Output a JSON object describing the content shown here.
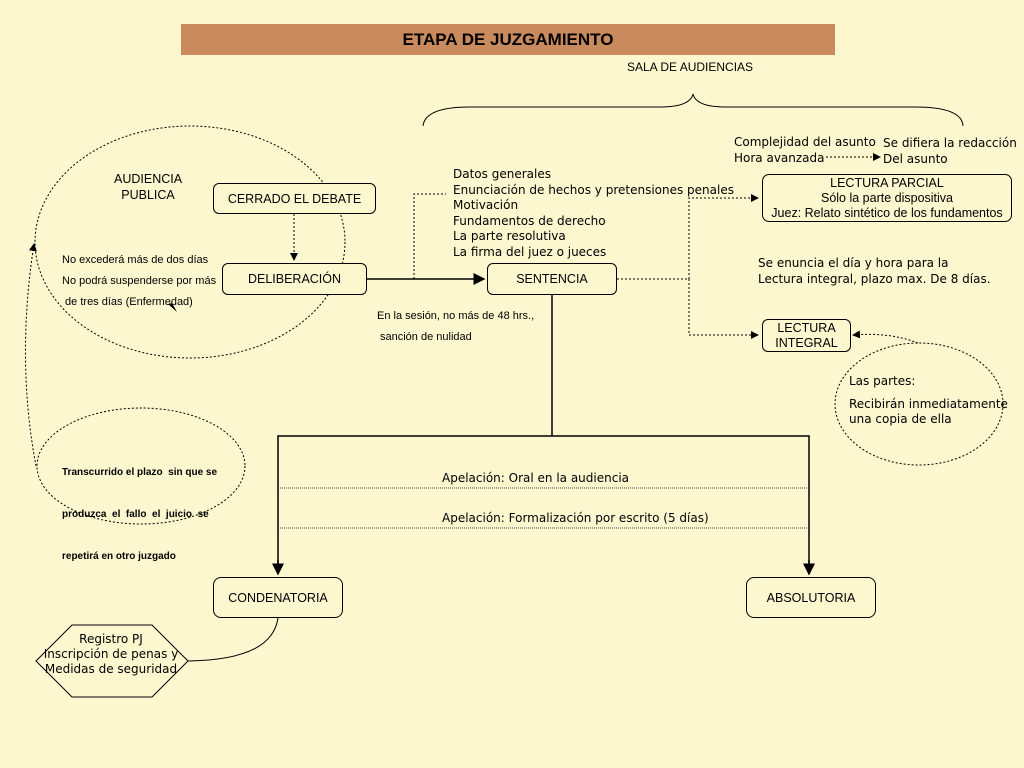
{
  "title": "ETAPA DE JUZGAMIENTO",
  "sala": "SALA DE AUDIENCIAS",
  "audiencia_publica": [
    "AUDIENCIA",
    "PUBLICA"
  ],
  "boxes": {
    "cerrado_debate": "CERRADO EL DEBATE",
    "deliberacion": "DELIBERACIÓN",
    "sentencia": "SENTENCIA",
    "lectura_parcial": [
      "LECTURA PARCIAL",
      "Sólo la parte dispositiva",
      "Juez: Relato sintético de los fundamentos"
    ],
    "lectura_integral": [
      "LECTURA",
      "INTEGRAL"
    ],
    "condenatoria": "CONDENATORIA",
    "absolutoria": "ABSOLUTORIA"
  },
  "plazos": [
    "No excederá más de dos días",
    "No podrá suspenderse por más",
    " de tres días (Enfermedad)"
  ],
  "sentencia_contenido": [
    "Datos generales",
    "Enunciación de hechos y pretensiones penales",
    "Motivación",
    "Fundamentos de derecho",
    "La parte resolutiva",
    "La firma del juez o jueces"
  ],
  "sesion": [
    "En la sesión, no más de 48 hrs.,",
    "sanción de nulidad"
  ],
  "complejidad": [
    "Complejidad del asunto",
    "Hora avanzada"
  ],
  "difiera": [
    "Se difiera la redacción",
    "Del asunto"
  ],
  "enuncia": [
    "Se enuncia el día y hora para la",
    "Lectura integral, plazo max. De 8 días."
  ],
  "partes": [
    "Las partes:",
    "Recibirán inmediatamente",
    "una copia de ella"
  ],
  "transcurrido": [
    "Transcurrido el plazo  sin que se",
    "produzca  el  fallo  el  juicio  se",
    "repetirá en otro juzgado"
  ],
  "apelacion_oral": "Apelación: Oral en la audiencia",
  "apelacion_escrito": "Apelación: Formalización por escrito (5 días)",
  "registro": [
    "Registro PJ",
    "Inscripción de penas y",
    "Medidas de seguridad"
  ]
}
